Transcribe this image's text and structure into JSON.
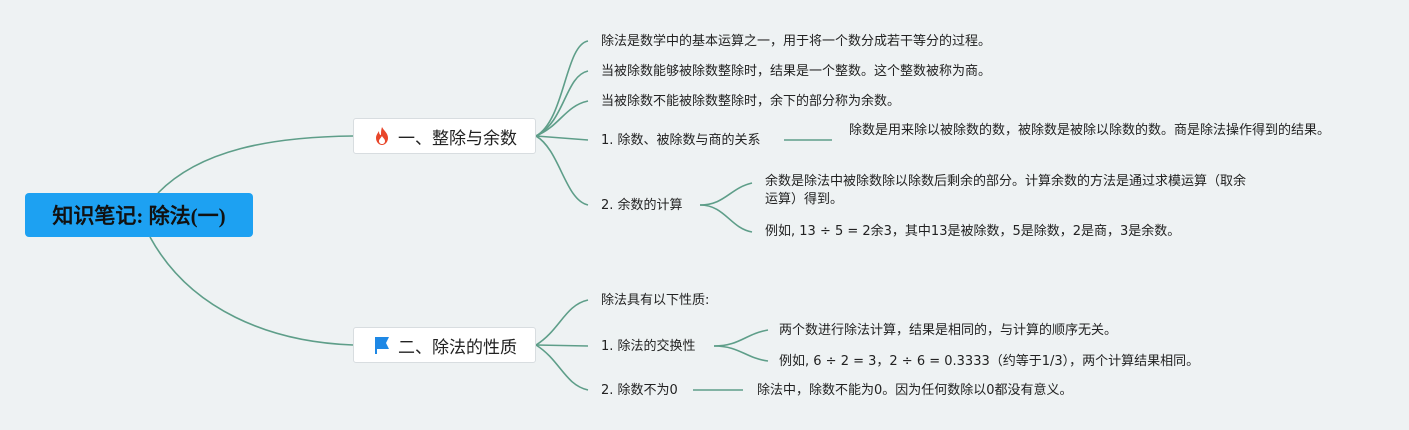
{
  "root": {
    "title": "知识笔记: 除法(一)"
  },
  "section1": {
    "title": "一、整除与余数",
    "icon": "fire-icon",
    "facts": [
      "除法是数学中的基本运算之一，用于将一个数分成若干等分的过程。",
      "当被除数能够被除数整除时，结果是一个整数。这个整数被称为商。",
      "当被除数不能被除数整除时，余下的部分称为余数。"
    ],
    "relation": {
      "label": "1. 除数、被除数与商的关系",
      "detail": "除数是用来除以被除数的数，被除数是被除以除数的数。商是除法操作得到的结果。"
    },
    "remainder": {
      "label": "2. 余数的计算",
      "details": [
        "余数是除法中被除数除以除数后剩余的部分。计算余数的方法是通过求模运算（取余运算）得到。",
        "例如, 13 ÷ 5 = 2余3，其中13是被除数，5是除数，2是商，3是余数。"
      ]
    }
  },
  "section2": {
    "title": "二、除法的性质",
    "icon": "flag-icon",
    "intro": "除法具有以下性质:",
    "commutative": {
      "label": "1. 除法的交换性",
      "details": [
        "两个数进行除法计算，结果是相同的，与计算的顺序无关。",
        "例如, 6 ÷ 2 = 3，2 ÷ 6 = 0.3333（约等于1/3），两个计算结果相同。"
      ]
    },
    "nonzero": {
      "label": "2. 除数不为0",
      "detail": "除法中，除数不能为0。因为任何数除以0都没有意义。"
    }
  },
  "colors": {
    "root": "#1da1f2",
    "link": "#5e9e89",
    "background": "#eef2f3",
    "fire": "#e8462a",
    "flag": "#1e88e5"
  }
}
